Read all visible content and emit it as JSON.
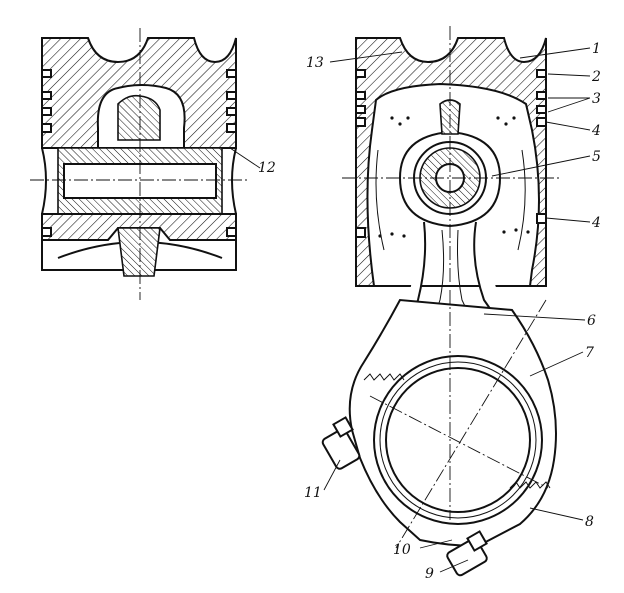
{
  "callouts": [
    {
      "id": "1",
      "text": "1"
    },
    {
      "id": "2",
      "text": "2"
    },
    {
      "id": "3",
      "text": "3"
    },
    {
      "id": "4a",
      "text": "4"
    },
    {
      "id": "4b",
      "text": "4"
    },
    {
      "id": "5",
      "text": "5"
    },
    {
      "id": "6",
      "text": "6"
    },
    {
      "id": "7",
      "text": "7"
    },
    {
      "id": "8",
      "text": "8"
    },
    {
      "id": "9",
      "text": "9"
    },
    {
      "id": "10",
      "text": "10"
    },
    {
      "id": "11",
      "text": "11"
    },
    {
      "id": "12",
      "text": "12"
    },
    {
      "id": "13",
      "text": "13"
    }
  ],
  "colors": {
    "ink": "#111111",
    "paper": "#ffffff"
  }
}
